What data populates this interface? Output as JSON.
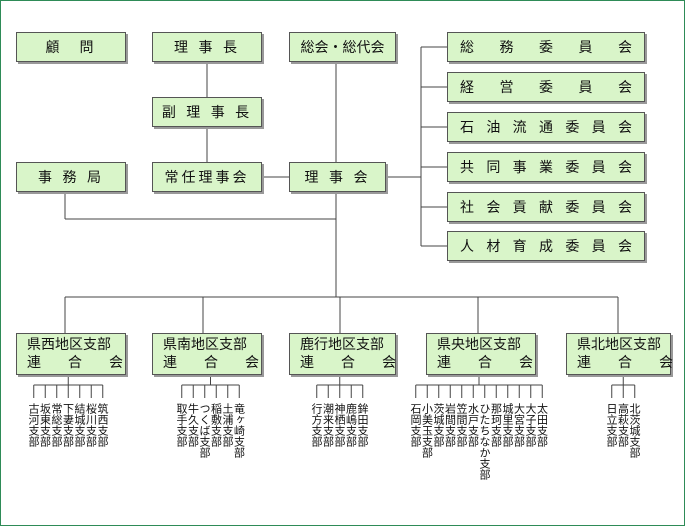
{
  "boxes": {
    "advisor": "顧　問",
    "chairman": "理 事 長",
    "general_meeting": "総会・総代会",
    "vice_chairman": "副 理 事 長",
    "secretariat": "事 務 局",
    "executive_board": "常任理事会",
    "board": "理 事 会"
  },
  "committees": [
    "総務委員会",
    "経営委員会",
    "石油流通委員会",
    "共同事業委員会",
    "社会貢献委員会",
    "人材育成委員会"
  ],
  "branches": [
    {
      "line1": "県西地区支部",
      "line2": "連合会",
      "members": [
        "古河支部",
        "坂東支部",
        "常総支部",
        "下妻支部",
        "結城支部",
        "桜川支部",
        "筑西支部"
      ]
    },
    {
      "line1": "県南地区支部",
      "line2": "連合会",
      "members": [
        "取手支部",
        "牛久支部",
        "つくば支部",
        "稲敷支部",
        "土浦支部",
        "竜ヶ崎支部"
      ]
    },
    {
      "line1": "鹿行地区支部",
      "line2": "連合会",
      "members": [
        "行方支部",
        "潮来支部",
        "神栖支部",
        "鹿嶋支部",
        "鉾田支部"
      ]
    },
    {
      "line1": "県央地区支部",
      "line2": "連合会",
      "members": [
        "石岡支部",
        "小美玉支部",
        "茨城支部",
        "岩間支部",
        "笠間支部",
        "水戸支部",
        "ひたちなか支部",
        "那珂支部",
        "城里支部",
        "大宮支部",
        "大子支部",
        "太田支部"
      ]
    },
    {
      "line1": "県北地区支部",
      "line2": "連合会",
      "members": [
        "日立支部",
        "高萩支部",
        "北茨城支部"
      ]
    }
  ]
}
